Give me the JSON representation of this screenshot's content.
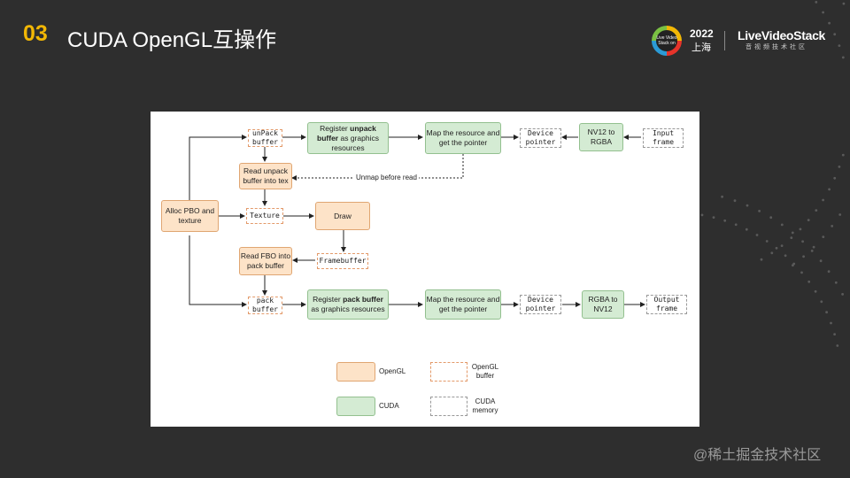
{
  "header": {
    "number": "03",
    "title": "CUDA OpenGL互操作"
  },
  "logo": {
    "badge_text": "Live Video Stack on",
    "year": "2022",
    "city": "上海",
    "brand": "LiveVideoStack",
    "subtitle": "音视频技术社区"
  },
  "diagram": {
    "nodes": {
      "alloc": "Alloc PBO and texture",
      "unpack_buffer": "unPack buffer",
      "register_unpack_pre": "Register ",
      "register_unpack_bold": "unpack buffer",
      "register_unpack_post": " as graphics resources",
      "map_top": "Map the resource and get the pointer",
      "device_top": "Device pointer",
      "nv12_to_rgba": "NV12 to RGBA",
      "input_frame": "Input frame",
      "read_unpack": "Read unpack buffer into tex",
      "texture": "Texture",
      "draw": "Draw",
      "framebuffer": "Framebuffer",
      "read_fbo": "Read FBO into pack buffer",
      "pack_buffer": "pack buffer",
      "register_pack_pre": "Register ",
      "register_pack_bold": "pack buffer",
      "register_pack_post": " as graphics resources",
      "map_bottom": "Map the resource and get the pointer",
      "device_bottom": "Device pointer",
      "rgba_to_nv12": "RGBA to NV12",
      "output_frame": "Output frame"
    },
    "edge_labels": {
      "unmap": "Unmap before read"
    },
    "legend": {
      "opengl": "OpenGL",
      "opengl_buffer": "OpenGL buffer",
      "cuda": "CUDA",
      "cuda_memory": "CUDA memory"
    },
    "colors": {
      "opengl_fill": "#fde3c8",
      "opengl_border": "#e0a672",
      "cuda_fill": "#d4ebd3",
      "cuda_border": "#93c08f"
    }
  },
  "watermark": "@稀土掘金技术社区"
}
